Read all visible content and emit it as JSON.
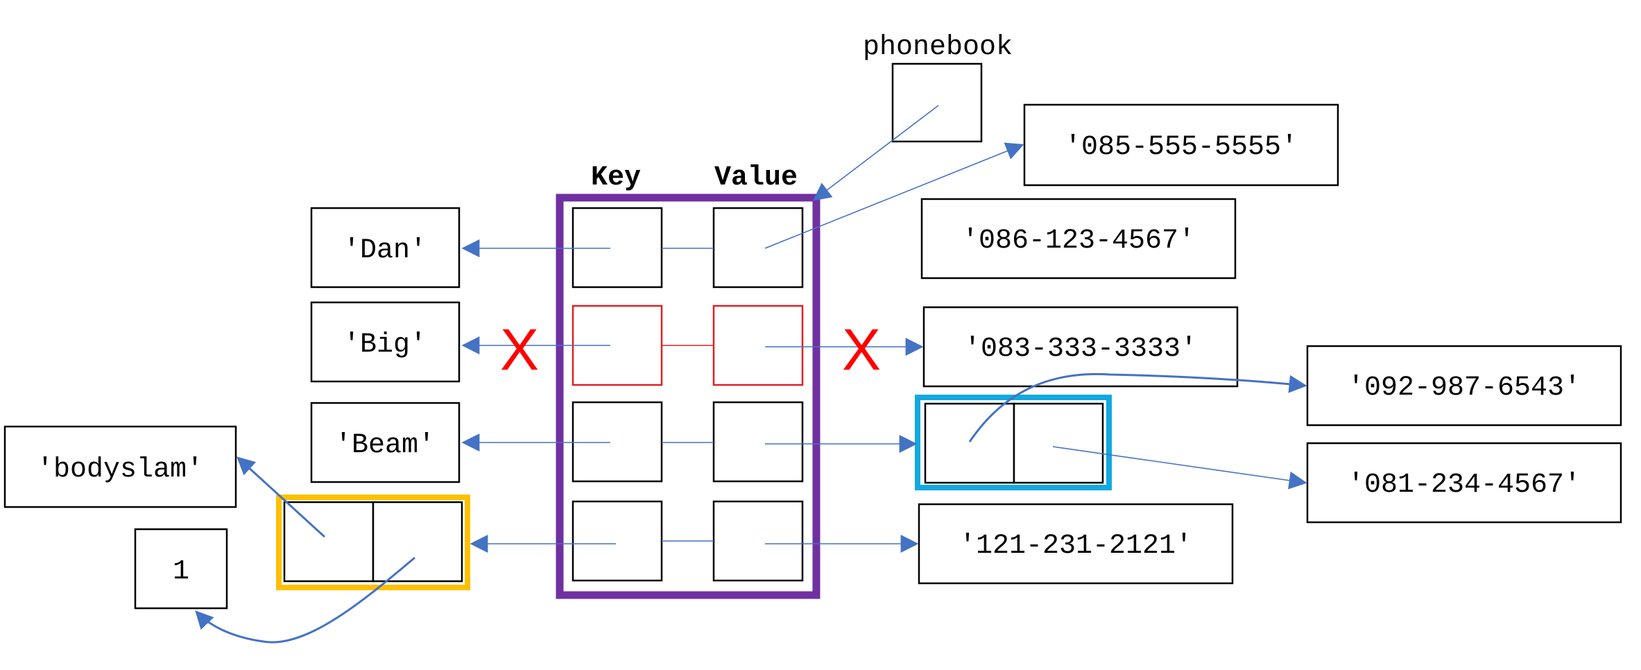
{
  "variable": {
    "name": "phonebook"
  },
  "headers": {
    "key": "Key",
    "value": "Value"
  },
  "keys": {
    "dan": "'Dan'",
    "big": "'Big'",
    "beam": "'Beam'",
    "bodyslam": "'bodyslam'",
    "one": "1"
  },
  "values": {
    "v085": "'085-555-5555'",
    "v086": "'086-123-4567'",
    "v083": "'083-333-3333'",
    "v092": "'092-987-6543'",
    "v081": "'081-234-4567'",
    "v121": "'121-231-2121'"
  },
  "deleted_marks": {
    "left": "X",
    "right": "X"
  },
  "colors": {
    "dict_border": "#7030a0",
    "tuple_key_border": "#ffc000",
    "tuple_value_border": "#12a9e0",
    "pointer": "#4472c4",
    "deleted": "#e02020"
  }
}
